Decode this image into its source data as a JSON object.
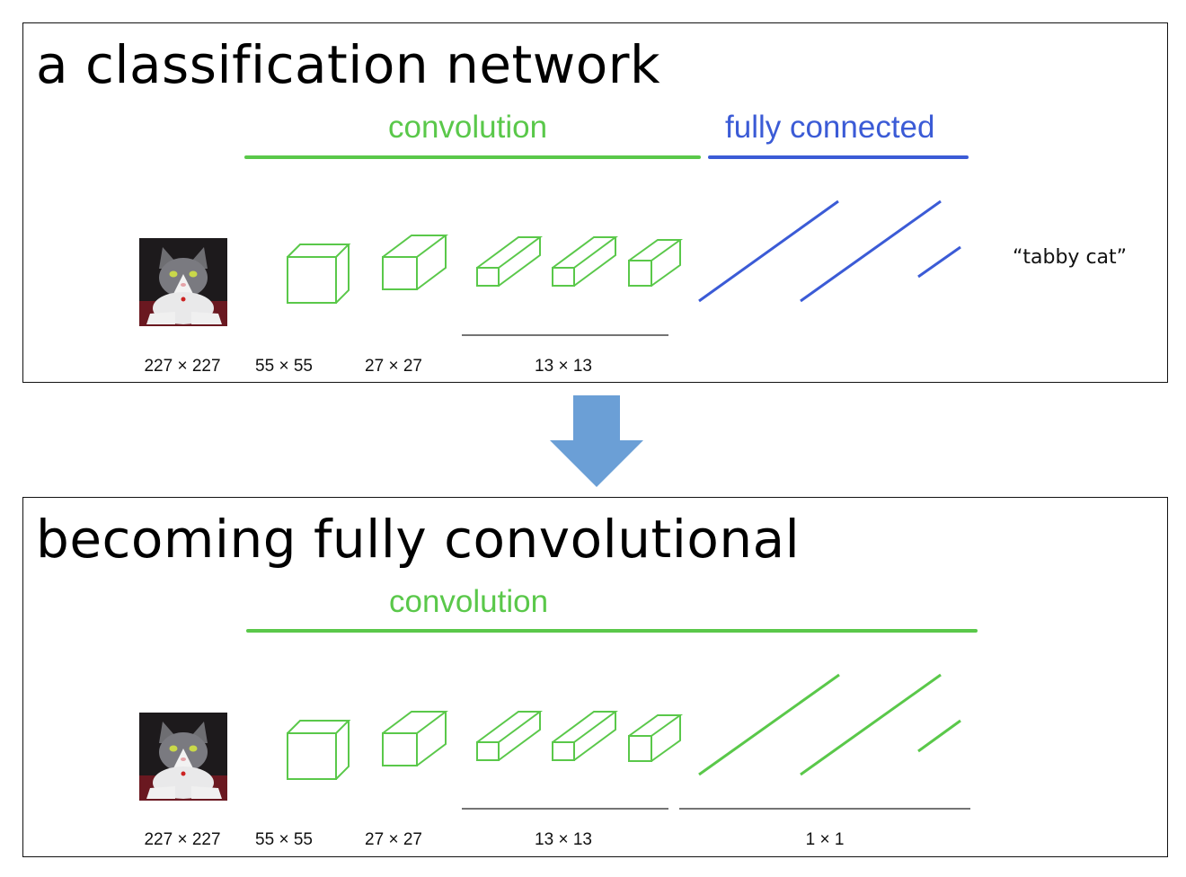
{
  "top_panel": {
    "title": "a classification network",
    "conv_label": "convolution",
    "fc_label": "fully connected",
    "output_label": "“tabby cat”",
    "sizes": [
      "227 × 227",
      "55 × 55",
      "27 × 27",
      "13 × 13"
    ]
  },
  "bottom_panel": {
    "title": "becoming fully convolutional",
    "conv_label": "convolution",
    "sizes": [
      "227 × 227",
      "55 × 55",
      "27 × 27",
      "13 × 13",
      "1 × 1"
    ]
  },
  "colors": {
    "convolution": "#5ac84a",
    "fully_connected": "#3b5bd6",
    "arrow": "#6b9fd6"
  },
  "icons": {
    "input_image": "cat-photo",
    "transition": "down-arrow-icon"
  }
}
